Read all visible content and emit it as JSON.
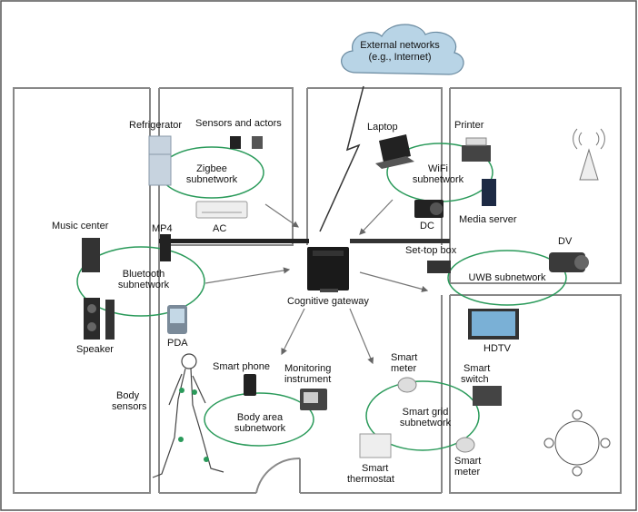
{
  "cloud": {
    "line1": "External networks",
    "line2": "(e.g., Internet)"
  },
  "gateway": {
    "label": "Cognitive gateway"
  },
  "zigbee": {
    "title1": "Zigbee",
    "title2": "subnetwork",
    "refrigerator": "Refrigerator",
    "sensors": "Sensors and actors",
    "ac": "AC"
  },
  "wifi": {
    "title1": "WiFi",
    "title2": "subnetwork",
    "laptop": "Laptop",
    "printer": "Printer",
    "dc": "DC",
    "media_server": "Media server"
  },
  "bluetooth": {
    "title1": "Bluetooth",
    "title2": "subnetwork",
    "music_center": "Music center",
    "mp4": "MP4",
    "speaker": "Speaker",
    "pda": "PDA"
  },
  "uwb": {
    "title": "UWB subnetwork",
    "settop": "Set-top box",
    "dv": "DV",
    "hdtv": "HDTV"
  },
  "body_area": {
    "title1": "Body area",
    "title2": "subnetwork",
    "body_sensors1": "Body",
    "body_sensors2": "sensors",
    "smart_phone": "Smart phone",
    "monitoring1": "Monitoring",
    "monitoring2": "instrument"
  },
  "smart_grid": {
    "title1": "Smart grid",
    "title2": "subnetwork",
    "meter_top1": "Smart",
    "meter_top2": "meter",
    "switch1": "Smart",
    "switch2": "switch",
    "thermostat1": "Smart",
    "thermostat2": "thermostat",
    "meter_bottom1": "Smart",
    "meter_bottom2": "meter"
  }
}
